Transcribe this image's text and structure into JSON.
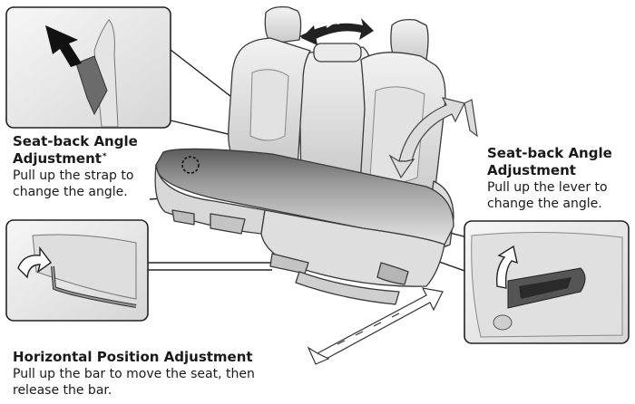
{
  "callouts": {
    "strap": {
      "heading_line1": "Seat-back Angle",
      "heading_line2": "Adjustment",
      "marker": "*",
      "body_line1": "Pull up the strap to",
      "body_line2": "change the angle."
    },
    "lever": {
      "heading_line1": "Seat-back Angle",
      "heading_line2": "Adjustment",
      "body_line1": "Pull up the lever to",
      "body_line2": "change the angle."
    },
    "horizontal": {
      "heading": "Horizontal Position Adjustment",
      "body_line1": "Pull up the bar to move the seat, then",
      "body_line2": "release the bar."
    }
  }
}
